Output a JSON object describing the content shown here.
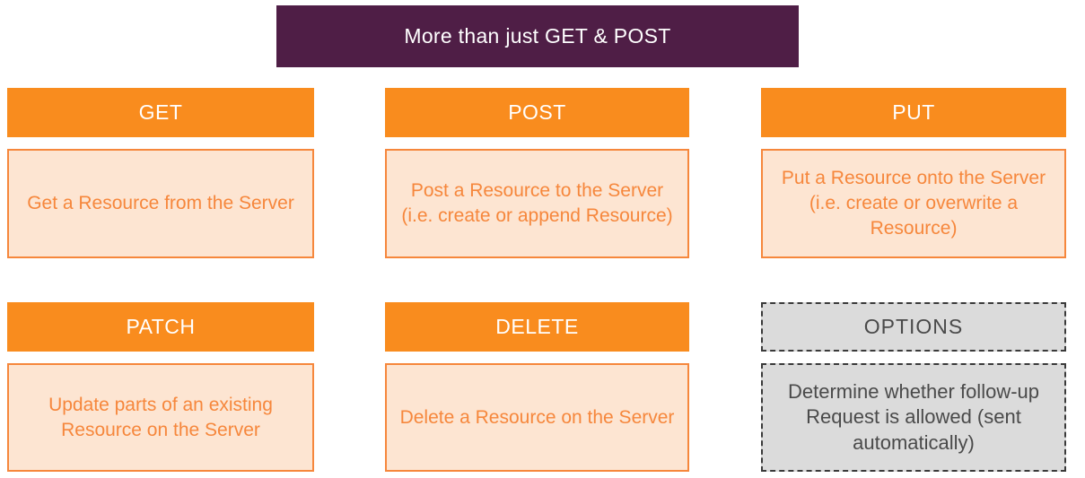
{
  "banner": {
    "label": "More than just GET & POST",
    "bg_color": "#4F1E46",
    "text_color": "#FFFFFF"
  },
  "colors": {
    "method_header_bg": "#F98C1E",
    "method_header_text": "#FFFFFF",
    "description_bg": "#FDE5D2",
    "description_border": "#F6873C",
    "description_text": "#F6873C",
    "options_bg": "#DBDBDB",
    "options_border": "#3A3A3A",
    "options_text": "#4A4A4A",
    "page_bg": "#FFFFFF"
  },
  "cards": [
    {
      "method": "GET",
      "description": "Get a Resource from the Server",
      "style": "orange"
    },
    {
      "method": "POST",
      "description": "Post a Resource to the Server (i.e. create or append  Resource)",
      "style": "orange"
    },
    {
      "method": "PUT",
      "description": "Put a Resource onto the Server (i.e. create or overwrite a  Resource)",
      "style": "orange"
    },
    {
      "method": "PATCH",
      "description": "Update parts of an existing Resource on the Server",
      "style": "orange"
    },
    {
      "method": "DELETE",
      "description": "Delete a Resource on the Server",
      "style": "orange"
    },
    {
      "method": "OPTIONS",
      "description": "Determine whether follow-up Request is allowed (sent automatically)",
      "style": "gray-dashed"
    }
  ]
}
